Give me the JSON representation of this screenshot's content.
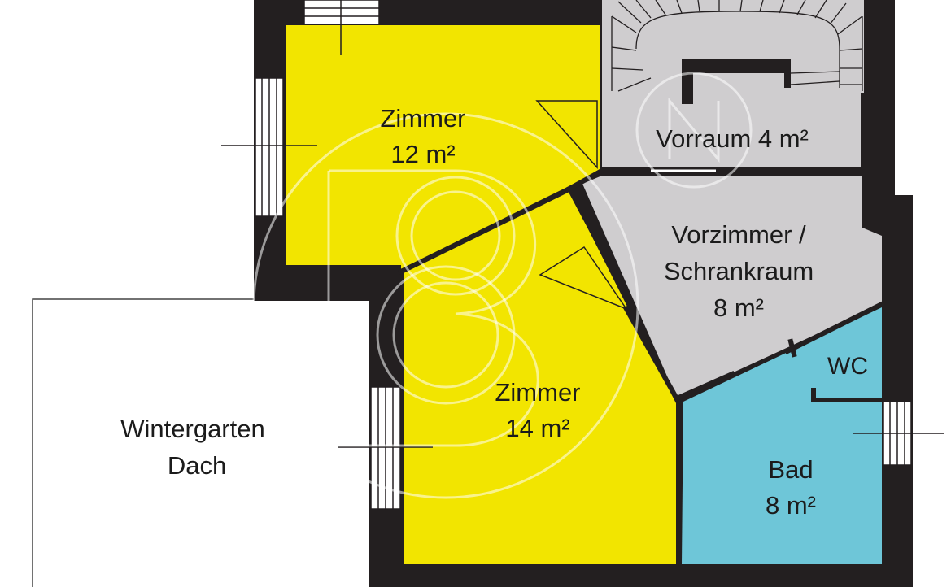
{
  "colors": {
    "wall": "#231f20",
    "room_yellow": "#f2e500",
    "room_grey": "#cfcdcf",
    "room_blue": "#6ec6d8",
    "background": "#ffffff",
    "watermark": "#ffffff"
  },
  "rooms": {
    "zimmer_top": {
      "name": "Zimmer",
      "area": "12 m²",
      "color": "room_yellow"
    },
    "zimmer_bottom": {
      "name": "Zimmer",
      "area": "14 m²",
      "color": "room_yellow"
    },
    "vorraum": {
      "label": "Vorraum 4 m²",
      "color": "room_grey"
    },
    "vorzimmer": {
      "line1": "Vorzimmer /",
      "line2": "Schrankraum",
      "area": "8 m²",
      "color": "room_grey"
    },
    "wc": {
      "label": "WC",
      "color": "room_blue"
    },
    "bad": {
      "name": "Bad",
      "area": "8 m²",
      "color": "room_blue"
    },
    "wintergarten": {
      "line1": "Wintergarten",
      "line2": "Dach",
      "color": "background"
    }
  },
  "icons": {
    "stairs": "staircase-icon",
    "watermark": "logo-watermark"
  }
}
